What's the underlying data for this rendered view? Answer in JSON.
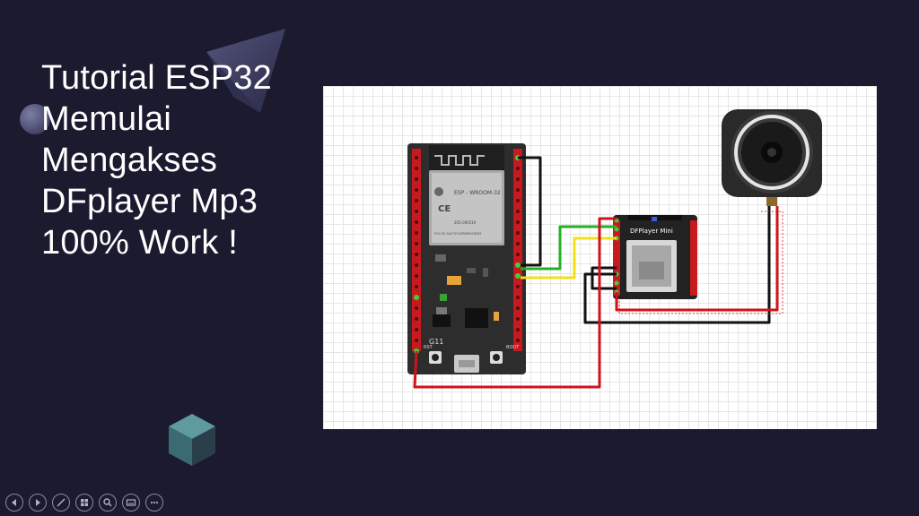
{
  "slide": {
    "title_lines": [
      "Tutorial ESP32",
      "Memulai",
      "Mengakses",
      "DFplayer Mp3",
      "100% Work !"
    ]
  },
  "diagram": {
    "module_wifi_label": "ESP - WROOM-32",
    "module_ce_label": "CE",
    "module_fcc_label": "FCC ID 2AC7Z-ESPWROOM32",
    "module_code_label": "205-000519",
    "board_gpio_label": "G11",
    "board_rst_label": "RST",
    "board_boot_label": "BOOT",
    "dfplayer_label": "DFPlayer Mini",
    "colors": {
      "red": "#d0121a",
      "black": "#111111",
      "green": "#24b024",
      "yellow": "#f0e018"
    }
  },
  "toolbar": {
    "buttons": [
      "previous-icon",
      "next-icon",
      "pen-icon",
      "slides-icon",
      "zoom-icon",
      "subtitles-icon",
      "more-icon"
    ]
  }
}
